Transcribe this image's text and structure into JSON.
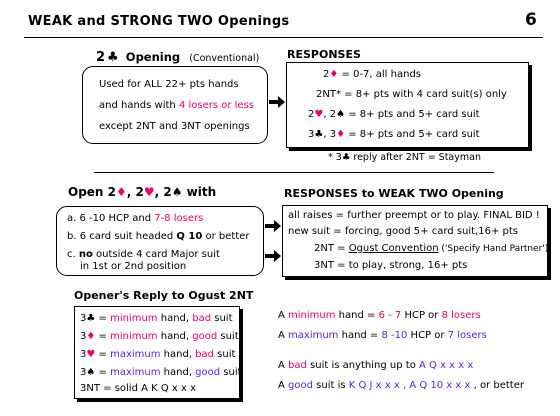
{
  "header": {
    "title": "WEAK and STRONG TWO Openings",
    "page_number": "6"
  },
  "two_clubs": {
    "heading_num": "2",
    "heading_suit": "♣",
    "heading_word": "Opening",
    "heading_note": "(Conventional)",
    "desc_line1": "Used for ALL 22+ pts hands",
    "desc_line2_a": "and hands with ",
    "desc_line2_b": "4 losers or less",
    "desc_line3": "except 2NT and 3NT openings"
  },
  "responses": {
    "heading": "RESPONSES",
    "r1_bid": "2",
    "r1_suit": "♦",
    "r1_text": " = 0-7, all hands",
    "r2_bid": "2NT*",
    "r2_text": " = 8+ pts with 4 card suit(s) only",
    "r3_bid_a": "2",
    "r3_suit_a": "♥",
    "r3_sep": ", 2",
    "r3_suit_b": "♠",
    "r3_text": " = 8+ pts and 5+ card suit",
    "r4_bid_a": "3",
    "r4_suit_a": "♣",
    "r4_sep": ", 3",
    "r4_suit_b": "♦",
    "r4_text": " = 8+ pts and 5+ card suit",
    "footnote_a": "* 3",
    "footnote_suit": "♣",
    "footnote_b": " reply after 2NT = Stayman"
  },
  "weak_two": {
    "heading_a": "Open 2",
    "heading_suit1": "♦",
    "heading_sep1": ", 2",
    "heading_suit2": "♥",
    "heading_sep2": ", 2",
    "heading_suit3": "♠",
    "heading_b": " with",
    "a_text": "a. 6 -10 HCP  and  ",
    "a_red": "7-8 losers",
    "b_text": "b. 6 card suit headed ",
    "b_bold": "Q 10",
    "b_rest": " or better",
    "c_label": "c. ",
    "c_bold": "no",
    "c_rest": " outside 4 card Major suit",
    "c_line2": "in 1st or 2nd position"
  },
  "weak_responses": {
    "heading": "RESPONSES to WEAK TWO Opening",
    "l1": "all raises = further preempt or to play. FINAL BID !",
    "l2_a": "new suit",
    "l2_b": " = forcing, good 5+ card suit,16+ pts",
    "l3_a": "2NT = ",
    "l3_u": "Ogust Convention",
    "l3_b": " ('Specify Hand Partner')",
    "l4": "3NT = to play, strong, 16+ pts"
  },
  "ogust": {
    "heading": "Opener's Reply to Ogust 2NT",
    "rows": [
      {
        "bid": "3",
        "suit": "♣",
        "suit_red": false,
        "eq": " = ",
        "q1": "minimum",
        "mid": " hand, ",
        "q2": "bad",
        "end": " suit"
      },
      {
        "bid": "3",
        "suit": "♦",
        "suit_red": true,
        "eq": " = ",
        "q1": "minimum",
        "mid": " hand, ",
        "q2": "good",
        "end": " suit"
      },
      {
        "bid": "3",
        "suit": "♥",
        "suit_red": true,
        "eq": " = ",
        "q1": "maximum",
        "mid": " hand, ",
        "q2": "bad",
        "end": " suit"
      },
      {
        "bid": "3",
        "suit": "♠",
        "suit_red": false,
        "eq": " = ",
        "q1": "maximum",
        "mid": " hand, ",
        "q2": "good",
        "end": " suit"
      }
    ],
    "last": "3NT  =  solid  A K Q x x x"
  },
  "notes": {
    "min_a": "A ",
    "min_b": "minimum",
    "min_c": " hand = ",
    "min_d": "6 - 7",
    "min_e": "  HCP or ",
    "min_f": "8 losers",
    "max_a": "A ",
    "max_b": "maximum",
    "max_c": " hand = ",
    "max_d": "8 -10",
    "max_e": " HCP or ",
    "max_f": "7 losers",
    "bad_a": "A ",
    "bad_b": "bad",
    "bad_c": " suit is anything up to  ",
    "bad_d": "A Q x x x x",
    "good_a": "A ",
    "good_b": "good",
    "good_c": " suit is ",
    "good_d": "K Q J x x x ,  A Q 10 x x x",
    "good_e": " , or better"
  },
  "colors": {
    "accent_red": "#e8006e",
    "accent_purple": "#5a1fd6"
  }
}
